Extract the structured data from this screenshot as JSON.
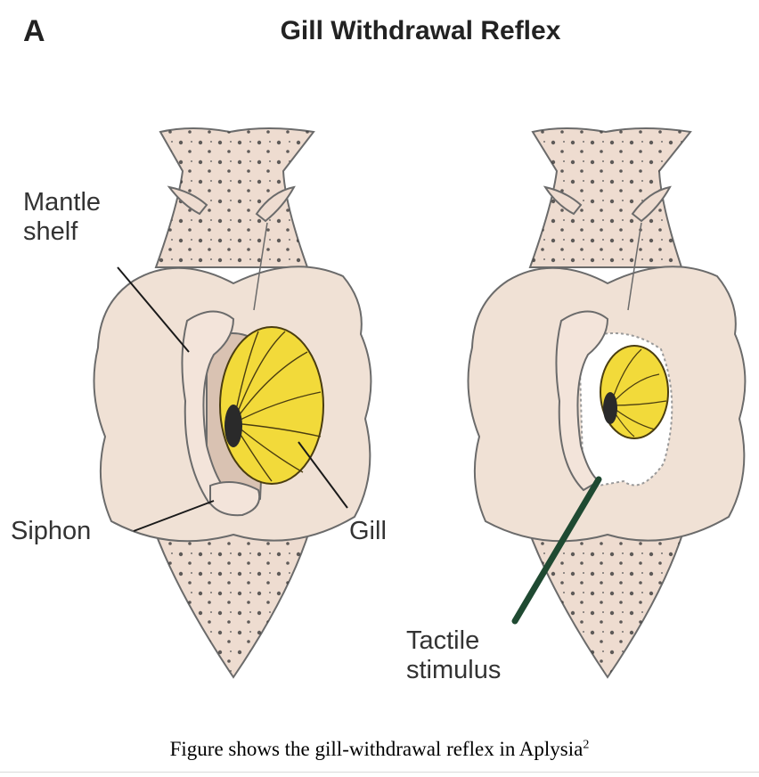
{
  "panel_letter": "A",
  "title": "Gill Withdrawal Reflex",
  "labels": {
    "mantle_shelf": "Mantle\nshelf",
    "siphon": "Siphon",
    "gill": "Gill",
    "tactile_stimulus": "Tactile\nstimulus"
  },
  "caption": {
    "text": "Figure shows the gill-withdrawal reflex in Aplysia",
    "ref": "2"
  },
  "colors": {
    "body": "#eedcd0",
    "body_outline": "#6b6b6b",
    "spots": "#3a3a3a",
    "gill": "#f2da3a",
    "gill_lines": "#4a3d10",
    "probe": "#1f4a32"
  }
}
